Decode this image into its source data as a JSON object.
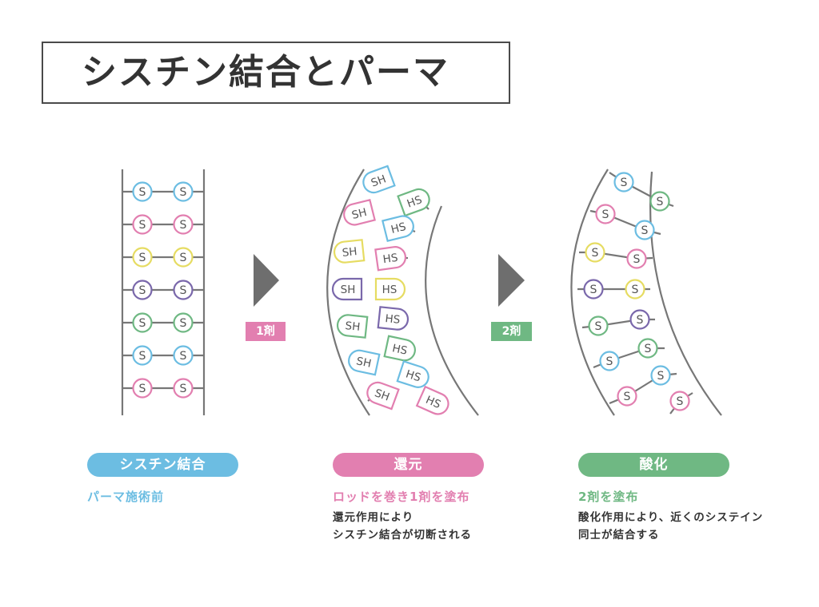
{
  "title": "シスチン結合とパーマ",
  "colors": {
    "blue": "#6cbde2",
    "pink": "#e27fb0",
    "yellow": "#e6dc62",
    "purple": "#7a68ab",
    "green": "#6fb883",
    "gray": "#777777",
    "arrow": "#6e6e6e"
  },
  "steps": [
    {
      "pill": "シスチン結合",
      "sub": "パーマ施術前",
      "desc": [],
      "color": "#6cbde2"
    },
    {
      "pill": "還元",
      "sub": "ロッドを巻き1剤を塗布",
      "desc": [
        "還元作用により",
        "シスチン結合が切断される"
      ],
      "color": "#e27fb0"
    },
    {
      "pill": "酸化",
      "sub": "2剤を塗布",
      "desc": [
        "酸化作用により、近くのシステイン",
        "同士が結合する"
      ],
      "color": "#6fb883"
    }
  ],
  "arrows": [
    {
      "label": "1剤",
      "color": "#e27fb0"
    },
    {
      "label": "2剤",
      "color": "#6fb883"
    }
  ],
  "node_labels": {
    "s": "S",
    "sh": "SH",
    "hs": "HS"
  },
  "rows": [
    "blue",
    "pink",
    "yellow",
    "purple",
    "green",
    "blue",
    "pink"
  ],
  "stage2_left": [
    "blue",
    "pink",
    "yellow",
    "purple",
    "green",
    "blue",
    "pink"
  ],
  "stage2_right": [
    "green",
    "blue",
    "pink",
    "yellow",
    "purple",
    "green",
    "blue",
    "pink"
  ],
  "stage3_pairs": [
    "blue",
    "pink",
    "yellow",
    "purple",
    "green",
    "blue",
    "pink"
  ],
  "stage3_left": [
    "blue",
    "pink",
    "yellow",
    "purple",
    "green",
    "blue",
    "pink"
  ],
  "stage3_right": [
    "green",
    "blue",
    "pink",
    "yellow",
    "purple",
    "green",
    "blue",
    "pink"
  ]
}
